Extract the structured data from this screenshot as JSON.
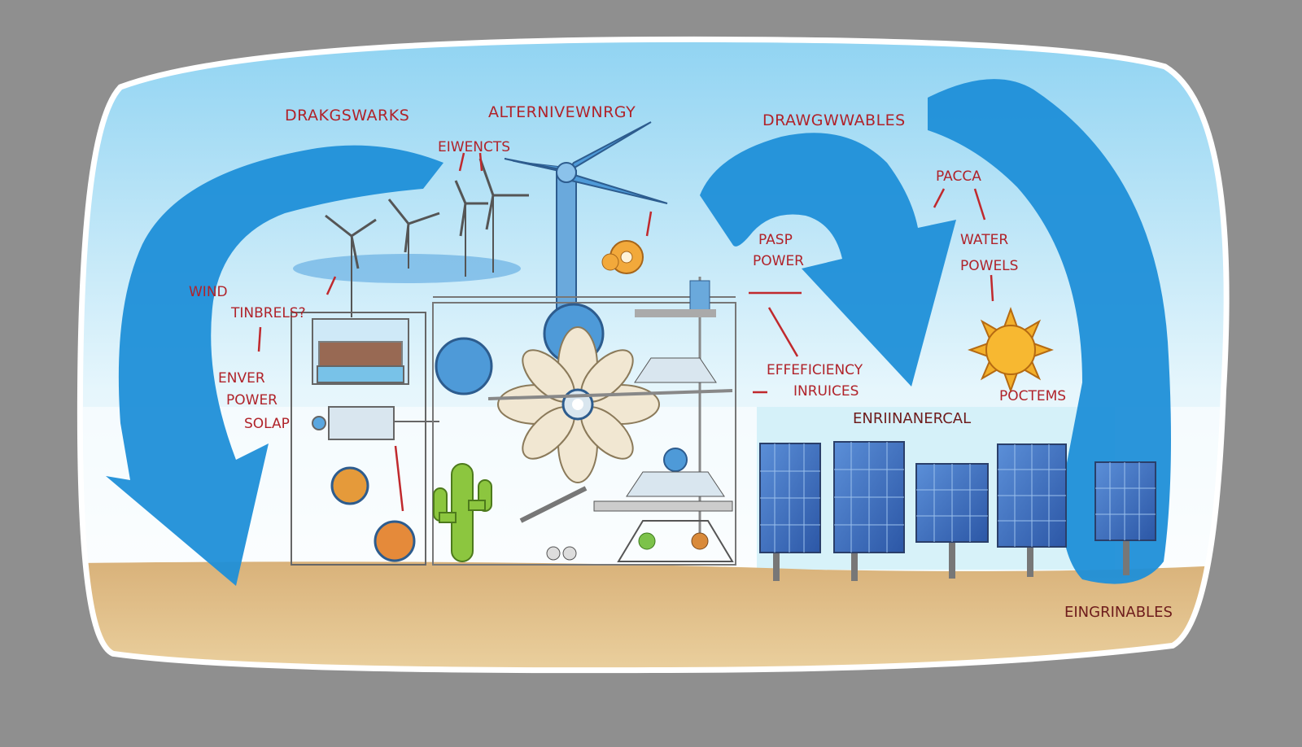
{
  "labels": {
    "drawbacks_left": "DRAKGSWARKS",
    "title": "ALTERNIVEWNRGY",
    "drawbacks_right": "DRAWGWWABLES",
    "eiencts": "EIWENCTS",
    "wind": "WIND",
    "tinbrels": "TINBRELS?",
    "enver": "ENVER",
    "power": "POWER",
    "solap": "SOLAP",
    "pasp": "PASP",
    "power_right": "POWER",
    "effeciency": "EFFEFICIENCY",
    "inruices": "INRUICES",
    "enrinanercal": "ENRIINANERCAL",
    "pacca": "PACCA",
    "water": "WATER",
    "powels": "POWELS",
    "poctems": "POCTEMS",
    "eingrinables": "EINGRINABLES"
  },
  "icons": {
    "left_arrow": "big-blue-curved-arrow",
    "right_arrow": "big-blue-curved-arrow",
    "main_turbine": "wind-turbine-large",
    "small_turbines": "wind-turbine",
    "gear": "gear",
    "sun": "sun",
    "cactus": "cactus",
    "solar_panels": "solar-panel",
    "machine": "flower-fan-machine"
  },
  "colors": {
    "background": "#8f8f8f",
    "sky": "#cdeefa",
    "ground": "#e2bd7e",
    "arrow_blue": "#1f8fd8",
    "label_red": "#b0232a",
    "panel_blue": "#3f74c4",
    "sun_orange": "#f0a020"
  }
}
